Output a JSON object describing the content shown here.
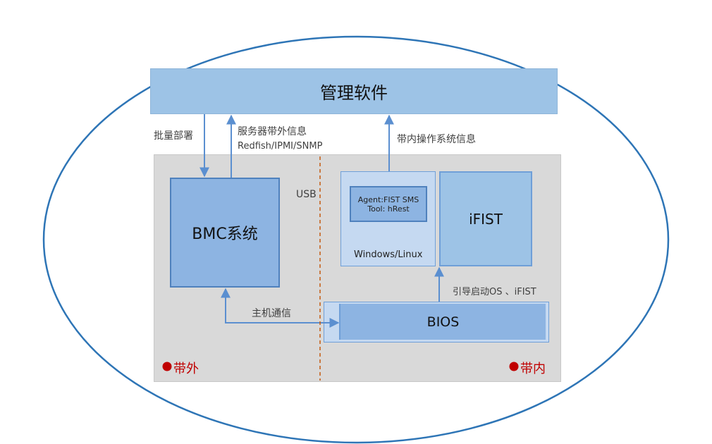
{
  "management": {
    "title": "管理软件"
  },
  "links": {
    "batch_deploy": "批量部署",
    "oob_info": "服务器带外信息",
    "oob_protocols": "Redfish/IPMI/SNMP",
    "inband_os_info": "带内操作系统信息",
    "usb": "USB",
    "host_comm": "主机通信",
    "boot": "引导启动OS 、iFIST"
  },
  "bmc": {
    "title": "BMC系统"
  },
  "os": {
    "agent_line1": "Agent:FIST SMS",
    "agent_line2": "Tool: hRest",
    "name": "Windows/Linux"
  },
  "ifist": {
    "title": "iFIST"
  },
  "bios": {
    "title": "BIOS"
  },
  "zones": {
    "out_of_band": "带外",
    "in_band": "带内"
  },
  "colors": {
    "band_fill": "#9dc3e6",
    "bmc_fill": "#8db4e2",
    "panel_fill": "#d9d9d9",
    "ellipse_stroke": "#2e75b6",
    "dashed_line": "#c55a11",
    "zone_text": "#c00000",
    "zone_dot": "#c00000"
  }
}
